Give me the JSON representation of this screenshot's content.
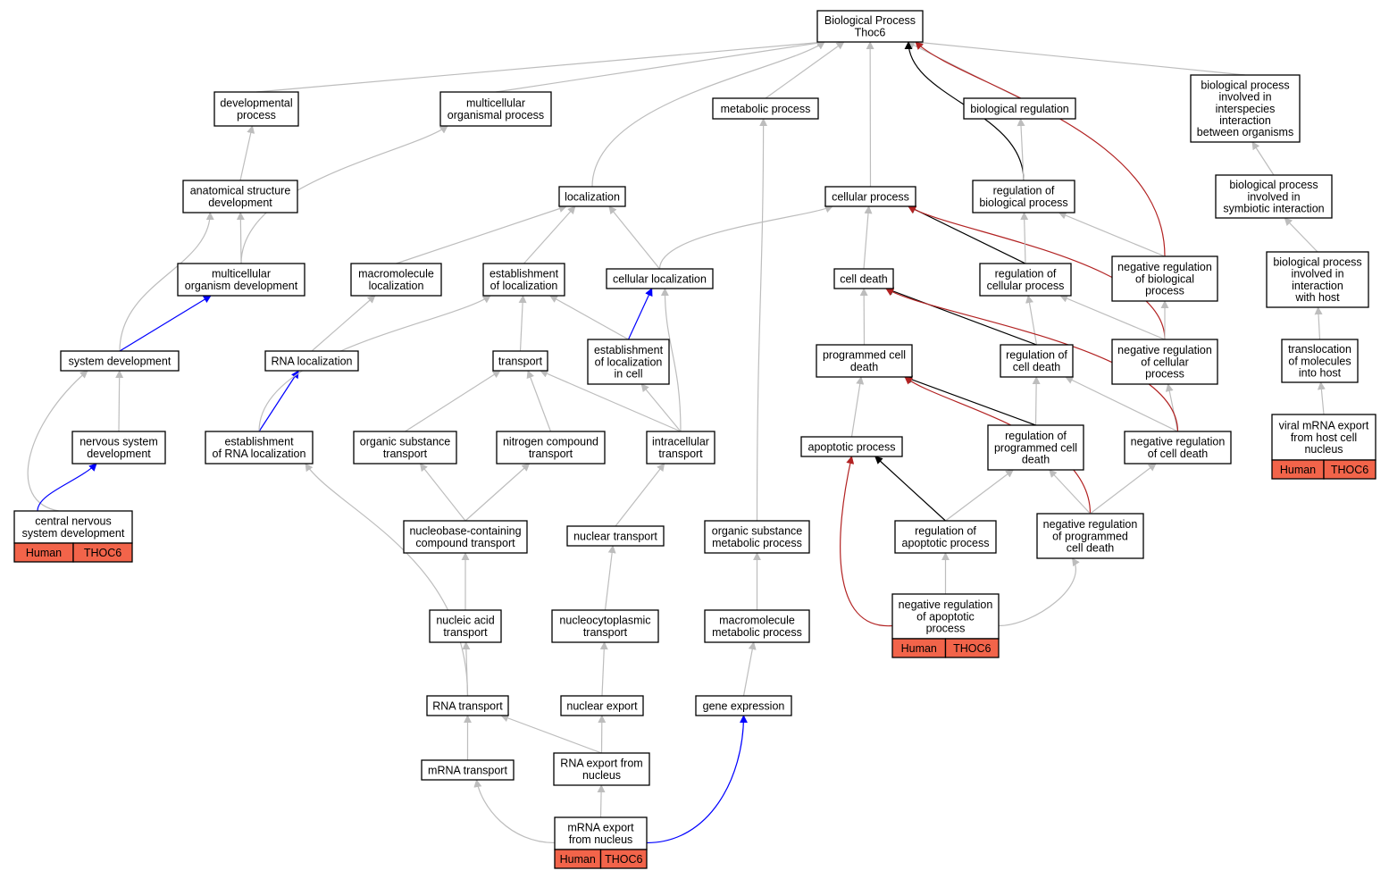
{
  "colors": {
    "edge_default": "#bdbdbd",
    "edge_black": "#000000",
    "edge_red": "#b22222",
    "edge_blue": "#0000ff",
    "tag_fill": "#f2644a"
  },
  "nodes": {
    "root": {
      "lines": [
        "Biological Process",
        "Thoc6"
      ]
    },
    "devproc": {
      "lines": [
        "developmental",
        "process"
      ]
    },
    "multiorg": {
      "lines": [
        "multicellular",
        "organismal process"
      ]
    },
    "metab": {
      "lines": [
        "metabolic process"
      ]
    },
    "bioreg": {
      "lines": [
        "biological regulation"
      ]
    },
    "interspec": {
      "lines": [
        "biological process",
        "involved in",
        "interspecies",
        "interaction",
        "between organisms"
      ]
    },
    "anatdev": {
      "lines": [
        "anatomical structure",
        "development"
      ]
    },
    "localiz": {
      "lines": [
        "localization"
      ]
    },
    "cellproc": {
      "lines": [
        "cellular process"
      ]
    },
    "regbio": {
      "lines": [
        "regulation of",
        "biological process"
      ]
    },
    "symbio": {
      "lines": [
        "biological process",
        "involved in",
        "symbiotic interaction"
      ]
    },
    "multidev": {
      "lines": [
        "multicellular",
        "organism development"
      ]
    },
    "macroloc": {
      "lines": [
        "macromolecule",
        "localization"
      ]
    },
    "estloc": {
      "lines": [
        "establishment",
        "of localization"
      ]
    },
    "cellloc": {
      "lines": [
        "cellular localization"
      ]
    },
    "celldeath": {
      "lines": [
        "cell death"
      ]
    },
    "regcell": {
      "lines": [
        "regulation of",
        "cellular process"
      ]
    },
    "negregbio": {
      "lines": [
        "negative regulation",
        "of biological",
        "process"
      ]
    },
    "intwithhost": {
      "lines": [
        "biological process",
        "involved in",
        "interaction",
        "with host"
      ]
    },
    "sysdev": {
      "lines": [
        "system development"
      ]
    },
    "rnaloc": {
      "lines": [
        "RNA localization"
      ]
    },
    "transport": {
      "lines": [
        "transport"
      ]
    },
    "estloccell": {
      "lines": [
        "establishment",
        "of localization",
        "in cell"
      ]
    },
    "progdeath": {
      "lines": [
        "programmed cell",
        "death"
      ]
    },
    "regcd": {
      "lines": [
        "regulation of",
        "cell death"
      ]
    },
    "negregcell": {
      "lines": [
        "negative regulation",
        "of cellular",
        "process"
      ]
    },
    "transhost": {
      "lines": [
        "translocation",
        "of molecules",
        "into host"
      ]
    },
    "nsdev": {
      "lines": [
        "nervous system",
        "development"
      ]
    },
    "estrnaloc": {
      "lines": [
        "establishment",
        "of RNA localization"
      ]
    },
    "orgtrans": {
      "lines": [
        "organic substance",
        "transport"
      ]
    },
    "nitrotrans": {
      "lines": [
        "nitrogen compound",
        "transport"
      ]
    },
    "intratrans": {
      "lines": [
        "intracellular",
        "transport"
      ]
    },
    "apop": {
      "lines": [
        "apoptotic process"
      ]
    },
    "regpcd": {
      "lines": [
        "regulation of",
        "programmed cell",
        "death"
      ]
    },
    "negregcd": {
      "lines": [
        "negative regulation",
        "of cell death"
      ]
    },
    "viral": {
      "lines": [
        "viral mRNA export",
        "from host cell",
        "nucleus"
      ],
      "tags": [
        "Human",
        "THOC6"
      ]
    },
    "cnsdev": {
      "lines": [
        "central nervous",
        "system development"
      ],
      "tags": [
        "Human",
        "THOC6"
      ]
    },
    "nucbase": {
      "lines": [
        "nucleobase-containing",
        "compound transport"
      ]
    },
    "nuctrans": {
      "lines": [
        "nuclear transport"
      ]
    },
    "orgmetab": {
      "lines": [
        "organic substance",
        "metabolic process"
      ]
    },
    "regapop": {
      "lines": [
        "regulation of",
        "apoptotic process"
      ]
    },
    "negregpcd": {
      "lines": [
        "negative regulation",
        "of programmed",
        "cell death"
      ]
    },
    "nucacid": {
      "lines": [
        "nucleic acid",
        "transport"
      ]
    },
    "nucyto": {
      "lines": [
        "nucleocytoplasmic",
        "transport"
      ]
    },
    "macrometab": {
      "lines": [
        "macromolecule",
        "metabolic process"
      ]
    },
    "negregapop": {
      "lines": [
        "negative regulation",
        "of apoptotic",
        "process"
      ],
      "tags": [
        "Human",
        "THOC6"
      ]
    },
    "rnatrans": {
      "lines": [
        "RNA transport"
      ]
    },
    "nucexport": {
      "lines": [
        "nuclear export"
      ]
    },
    "geneexpr": {
      "lines": [
        "gene expression"
      ]
    },
    "mrnatrans": {
      "lines": [
        "mRNA transport"
      ]
    },
    "rnaexport": {
      "lines": [
        "RNA export from",
        "nucleus"
      ]
    },
    "mrnaexport": {
      "lines": [
        "mRNA export",
        "from nucleus"
      ],
      "tags": [
        "Human",
        "THOC6"
      ]
    }
  },
  "edges": [
    {
      "from": "devproc",
      "to": "root",
      "color": "gray"
    },
    {
      "from": "multiorg",
      "to": "root",
      "color": "gray"
    },
    {
      "from": "metab",
      "to": "root",
      "color": "gray"
    },
    {
      "from": "bioreg",
      "to": "root",
      "color": "gray"
    },
    {
      "from": "interspec",
      "to": "root",
      "color": "gray"
    },
    {
      "from": "localiz",
      "to": "root",
      "color": "gray"
    },
    {
      "from": "cellproc",
      "to": "root",
      "color": "gray"
    },
    {
      "from": "regbio",
      "to": "root",
      "color": "black"
    },
    {
      "from": "negregbio",
      "to": "root",
      "color": "red"
    },
    {
      "from": "anatdev",
      "to": "devproc",
      "color": "gray"
    },
    {
      "from": "multidev",
      "to": "anatdev",
      "color": "gray"
    },
    {
      "from": "multidev",
      "to": "multiorg",
      "color": "gray"
    },
    {
      "from": "sysdev",
      "to": "anatdev",
      "color": "gray"
    },
    {
      "from": "sysdev",
      "to": "multidev",
      "color": "blue"
    },
    {
      "from": "nsdev",
      "to": "sysdev",
      "color": "gray"
    },
    {
      "from": "cnsdev",
      "to": "sysdev",
      "color": "gray"
    },
    {
      "from": "cnsdev",
      "to": "nsdev",
      "color": "blue"
    },
    {
      "from": "regbio",
      "to": "bioreg",
      "color": "gray"
    },
    {
      "from": "symbio",
      "to": "interspec",
      "color": "gray"
    },
    {
      "from": "intwithhost",
      "to": "symbio",
      "color": "gray"
    },
    {
      "from": "transhost",
      "to": "intwithhost",
      "color": "gray"
    },
    {
      "from": "viral",
      "to": "transhost",
      "color": "gray"
    },
    {
      "from": "macroloc",
      "to": "localiz",
      "color": "gray"
    },
    {
      "from": "estloc",
      "to": "localiz",
      "color": "gray"
    },
    {
      "from": "cellloc",
      "to": "localiz",
      "color": "gray"
    },
    {
      "from": "cellloc",
      "to": "cellproc",
      "color": "gray"
    },
    {
      "from": "celldeath",
      "to": "cellproc",
      "color": "gray"
    },
    {
      "from": "regcell",
      "to": "cellproc",
      "color": "black"
    },
    {
      "from": "negregcell",
      "to": "cellproc",
      "color": "red"
    },
    {
      "from": "regcell",
      "to": "regbio",
      "color": "gray"
    },
    {
      "from": "negregbio",
      "to": "regbio",
      "color": "gray"
    },
    {
      "from": "negregcell",
      "to": "regcell",
      "color": "gray"
    },
    {
      "from": "negregcell",
      "to": "negregbio",
      "color": "gray"
    },
    {
      "from": "regcd",
      "to": "regcell",
      "color": "gray"
    },
    {
      "from": "negregcd",
      "to": "negregcell",
      "color": "gray"
    },
    {
      "from": "regcd",
      "to": "celldeath",
      "color": "black"
    },
    {
      "from": "negregcd",
      "to": "celldeath",
      "color": "red"
    },
    {
      "from": "negregcd",
      "to": "regcd",
      "color": "gray"
    },
    {
      "from": "regpcd",
      "to": "regcd",
      "color": "gray"
    },
    {
      "from": "progdeath",
      "to": "celldeath",
      "color": "gray"
    },
    {
      "from": "apop",
      "to": "progdeath",
      "color": "gray"
    },
    {
      "from": "regpcd",
      "to": "progdeath",
      "color": "black"
    },
    {
      "from": "negregpcd",
      "to": "progdeath",
      "color": "red"
    },
    {
      "from": "negregpcd",
      "to": "regpcd",
      "color": "gray"
    },
    {
      "from": "negregpcd",
      "to": "negregcd",
      "color": "gray"
    },
    {
      "from": "regapop",
      "to": "apop",
      "color": "black"
    },
    {
      "from": "regapop",
      "to": "regpcd",
      "color": "gray"
    },
    {
      "from": "negregapop",
      "to": "apop",
      "color": "red"
    },
    {
      "from": "negregapop",
      "to": "regapop",
      "color": "gray"
    },
    {
      "from": "negregapop",
      "to": "negregpcd",
      "color": "gray"
    },
    {
      "from": "rnaloc",
      "to": "macroloc",
      "color": "gray"
    },
    {
      "from": "estrnaloc",
      "to": "rnaloc",
      "color": "blue"
    },
    {
      "from": "estrnaloc",
      "to": "estloc",
      "color": "gray"
    },
    {
      "from": "transport",
      "to": "estloc",
      "color": "gray"
    },
    {
      "from": "estloccell",
      "to": "estloc",
      "color": "gray"
    },
    {
      "from": "estloccell",
      "to": "cellloc",
      "color": "blue"
    },
    {
      "from": "intratrans",
      "to": "cellloc",
      "color": "gray"
    },
    {
      "from": "intratrans",
      "to": "estloccell",
      "color": "gray"
    },
    {
      "from": "intratrans",
      "to": "transport",
      "color": "gray"
    },
    {
      "from": "orgtrans",
      "to": "transport",
      "color": "gray"
    },
    {
      "from": "nitrotrans",
      "to": "transport",
      "color": "gray"
    },
    {
      "from": "nucbase",
      "to": "orgtrans",
      "color": "gray"
    },
    {
      "from": "nucbase",
      "to": "nitrotrans",
      "color": "gray"
    },
    {
      "from": "nuctrans",
      "to": "intratrans",
      "color": "gray"
    },
    {
      "from": "nucacid",
      "to": "nucbase",
      "color": "gray"
    },
    {
      "from": "rnatrans",
      "to": "nucacid",
      "color": "gray"
    },
    {
      "from": "rnatrans",
      "to": "estrnaloc",
      "color": "gray"
    },
    {
      "from": "nucyto",
      "to": "nuctrans",
      "color": "gray"
    },
    {
      "from": "nucexport",
      "to": "nucyto",
      "color": "gray"
    },
    {
      "from": "rnaexport",
      "to": "nucexport",
      "color": "gray"
    },
    {
      "from": "rnaexport",
      "to": "rnatrans",
      "color": "gray"
    },
    {
      "from": "mrnatrans",
      "to": "rnatrans",
      "color": "gray"
    },
    {
      "from": "mrnaexport",
      "to": "mrnatrans",
      "color": "gray"
    },
    {
      "from": "mrnaexport",
      "to": "rnaexport",
      "color": "gray"
    },
    {
      "from": "mrnaexport",
      "to": "geneexpr",
      "color": "blue"
    },
    {
      "from": "geneexpr",
      "to": "macrometab",
      "color": "gray"
    },
    {
      "from": "macrometab",
      "to": "orgmetab",
      "color": "gray"
    },
    {
      "from": "orgmetab",
      "to": "metab",
      "color": "gray"
    }
  ]
}
